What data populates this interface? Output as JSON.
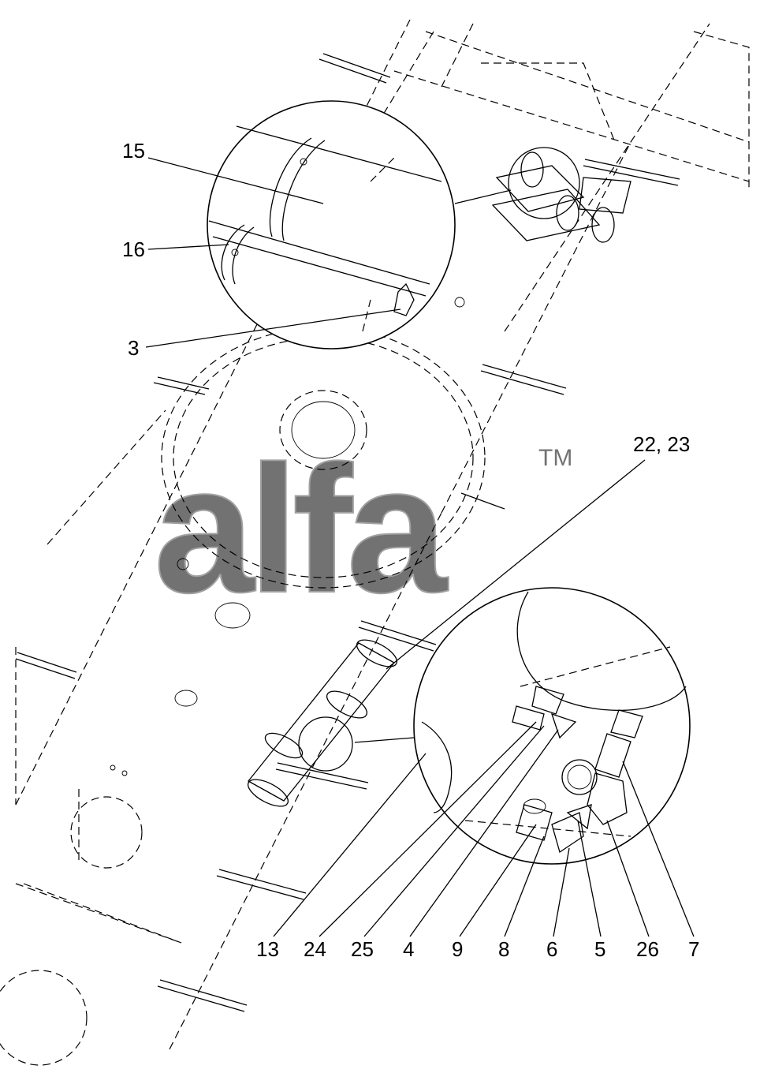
{
  "watermark": {
    "text": "alfa",
    "trademark": "TM"
  },
  "callouts": {
    "c15": "15",
    "c16": "16",
    "c3": "3",
    "c22_23": "22, 23",
    "c13": "13",
    "c24": "24",
    "c25": "25",
    "c4": "4",
    "c9": "9",
    "c8": "8",
    "c6": "6",
    "c5": "5",
    "c26": "26",
    "c7": "7"
  }
}
